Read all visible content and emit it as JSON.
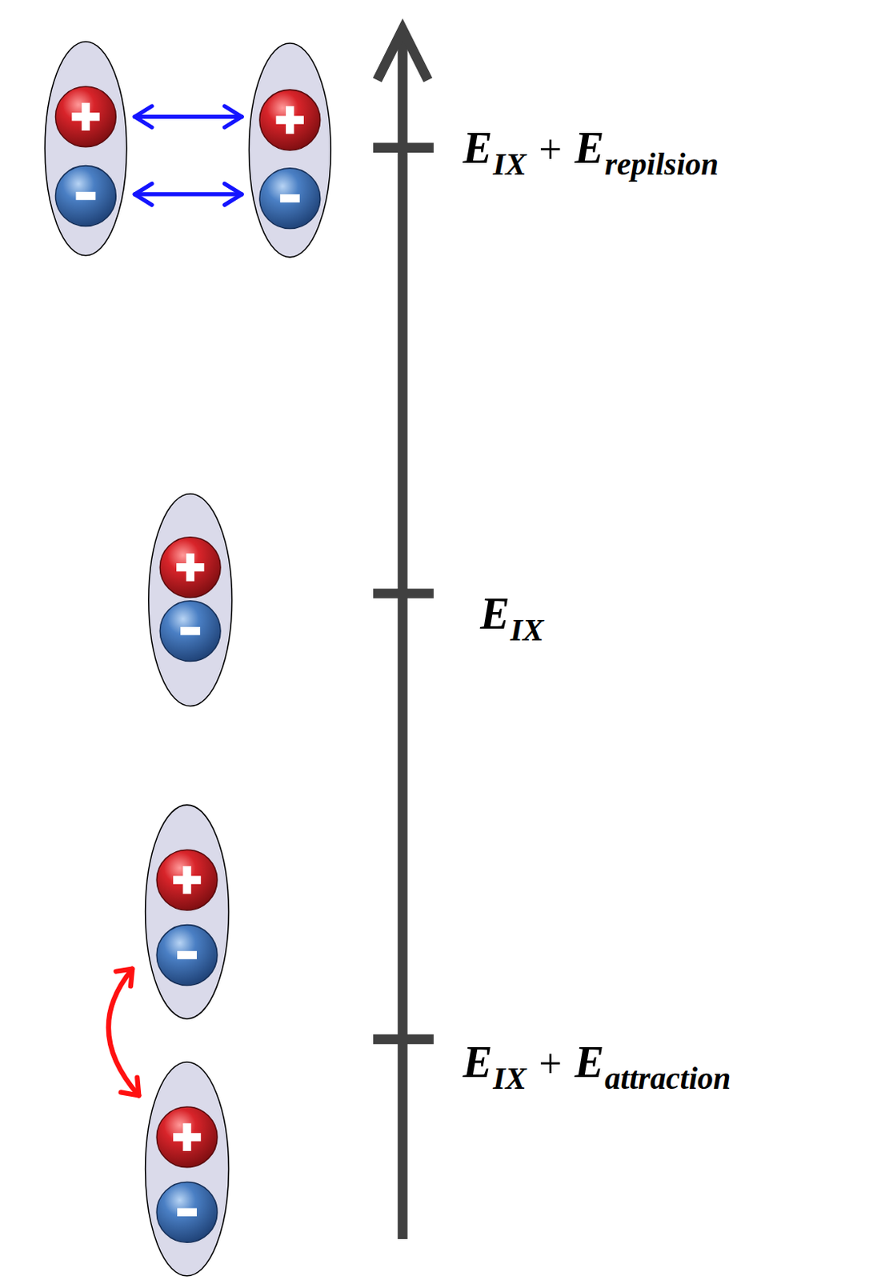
{
  "diagram": {
    "labels": [
      "E",
      "IX",
      "+",
      "E",
      "repilsion",
      "E",
      "IX",
      "E",
      "IX",
      "+",
      "E",
      "attraction"
    ]
  }
}
